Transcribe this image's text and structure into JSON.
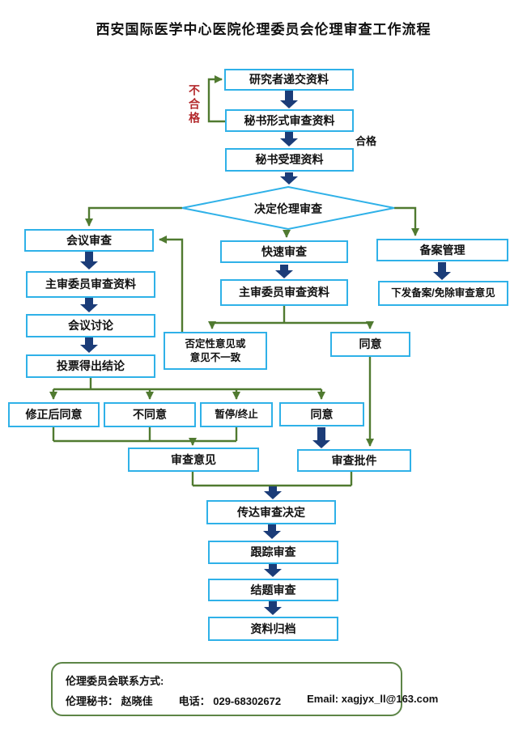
{
  "title": "西安国际医学中心医院伦理委员会伦理审查工作流程",
  "nodes": {
    "submit": "研究者递交资料",
    "formal_review": "秘书形式审查资料",
    "accept": "秘书受理资料",
    "decide": "决定伦理审查",
    "meeting_review": "会议审查",
    "chief_review_meeting": "主审委员审查资料",
    "meeting_discussion": "会议讨论",
    "vote": "投票得出结论",
    "fast_review": "快速审查",
    "chief_review_fast": "主审委员审查资料",
    "filing": "备案管理",
    "filing_issue": "下发备案/免除审查意见",
    "negative_opinion": "否定性意见或\n意见不一致",
    "agree_fast": "同意",
    "approve_after_revision": "修正后同意",
    "disagree": "不同意",
    "suspend_terminate": "暂停/终止",
    "agree_meeting": "同意",
    "review_opinion": "审查意见",
    "review_approval": "审查批件",
    "convey_decision": "传达审查决定",
    "follow_up_review": "跟踪审查",
    "conclusion_review": "结题审查",
    "archive": "资料归档"
  },
  "labels": {
    "qualified": "合格",
    "unqualified": "不合格"
  },
  "contact": {
    "heading": "伦理委员会联系方式:",
    "secretary": "伦理秘书： 赵晓佳",
    "phone": "电话： 029-68302672",
    "email": "Email: xagjyx_ll@163.com"
  },
  "colors": {
    "box_border": "#2fb1e8",
    "arrow_navy": "#1b3c78",
    "line_green": "#507a30",
    "text_red": "#b32a2d"
  }
}
